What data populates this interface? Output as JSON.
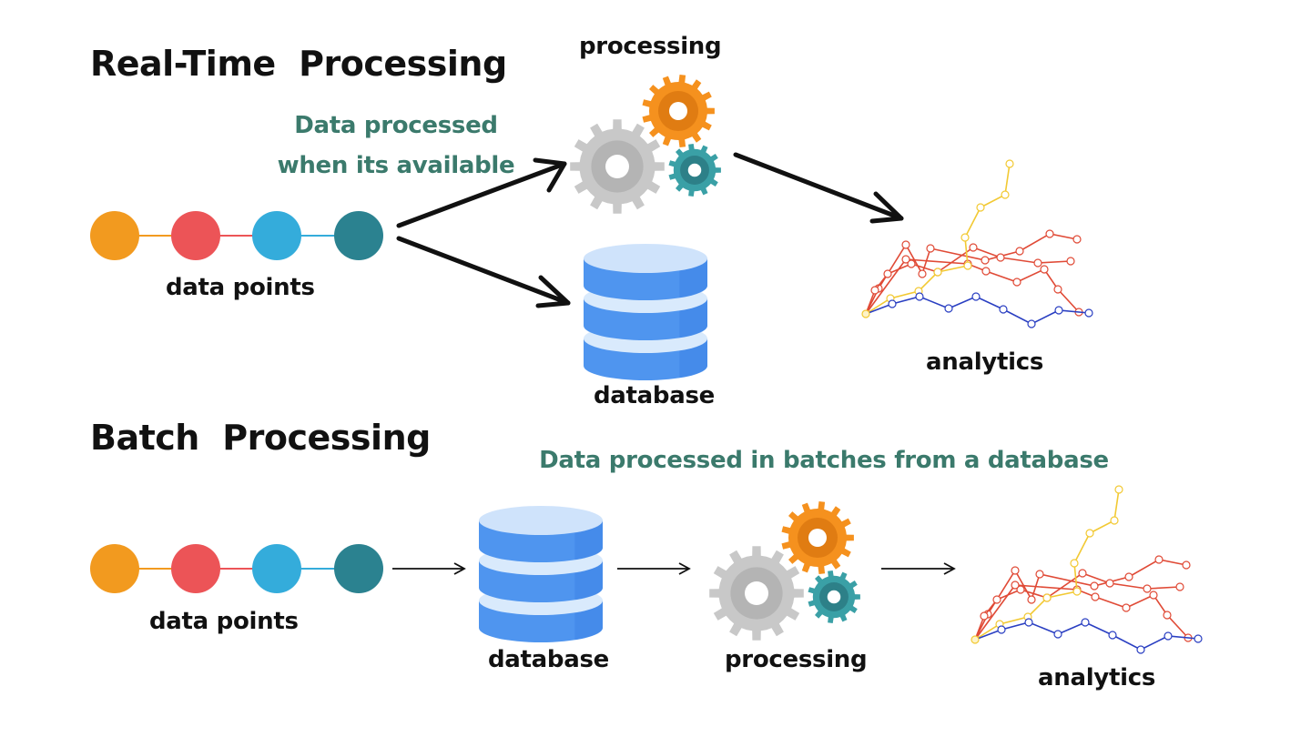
{
  "colors": {
    "dot_orange": "#f29a1f",
    "dot_red": "#ec5457",
    "dot_sky": "#34acdb",
    "dot_teal": "#2b8290",
    "note_green": "#3b7a6c",
    "gear_gray": "#c8c8c8",
    "gear_gray_inner": "#b4b4b4",
    "gear_orange": "#f5911e",
    "gear_orange_inner": "#e07c12",
    "gear_teal": "#3aa0a6",
    "gear_teal_inner": "#2d8088",
    "db_blue": "#4f95ef",
    "db_light": "#cfe3fb",
    "line_yellow": "#f2c933",
    "line_red": "#e04a36",
    "line_blue": "#2a3fc2"
  },
  "realtime": {
    "title": "Real-Time  Processing",
    "note_line1": "Data processed",
    "note_line2": "when its available",
    "data_points_label": "data points",
    "processing_label": "processing",
    "database_label": "database",
    "analytics_label": "analytics",
    "data_points": [
      "orange",
      "red",
      "sky",
      "teal"
    ]
  },
  "batch": {
    "title": "Batch  Processing",
    "note": "Data processed in batches from a database",
    "data_points_label": "data points",
    "database_label": "database",
    "processing_label": "processing",
    "analytics_label": "analytics",
    "data_points": [
      "orange",
      "red",
      "sky",
      "teal"
    ]
  },
  "icons": {
    "gears": "gears-icon",
    "database": "database-icon",
    "analytics": "line-graph-icon",
    "arrow": "arrow-right-icon"
  }
}
